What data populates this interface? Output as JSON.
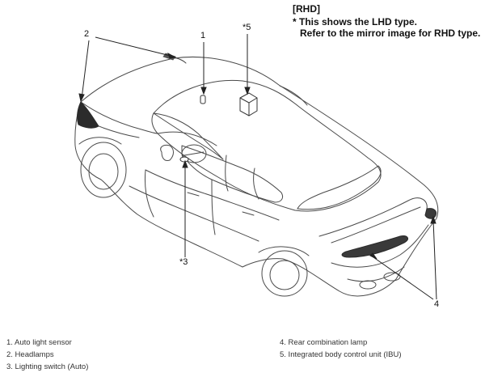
{
  "note": {
    "heading": "[RHD]",
    "line1": "* This shows the LHD type.",
    "line2": "Refer to the mirror image for RHD type."
  },
  "callouts": {
    "c1": "1",
    "c2": "2",
    "c3": "*3",
    "c4": "4",
    "c5": "*5"
  },
  "legend": {
    "left": [
      "1. Auto light sensor",
      "2. Headlamps",
      "3. Lighting switch (Auto)"
    ],
    "right": [
      "4. Rear combination lamp",
      "5. Integrated body control unit (IBU)"
    ]
  }
}
